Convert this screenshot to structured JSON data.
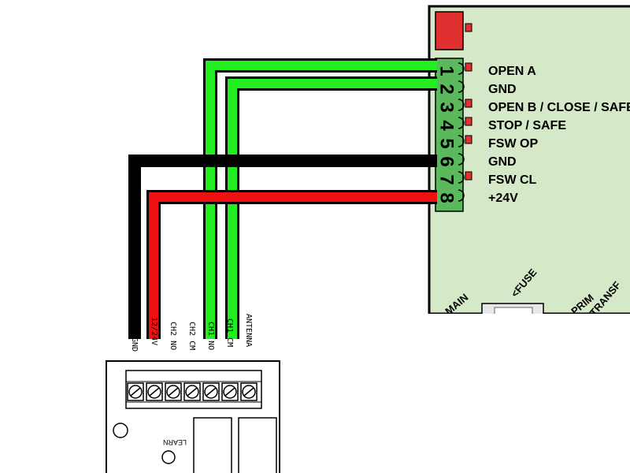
{
  "controller": {
    "terminals": [
      {
        "pin": "1",
        "label": "OPEN A"
      },
      {
        "pin": "2",
        "label": "GND"
      },
      {
        "pin": "3",
        "label": "OPEN B / CLOSE / SAFE"
      },
      {
        "pin": "4",
        "label": "STOP / SAFE"
      },
      {
        "pin": "5",
        "label": "FSW OP"
      },
      {
        "pin": "6",
        "label": "GND"
      },
      {
        "pin": "7",
        "label": "FSW CL"
      },
      {
        "pin": "8",
        "label": "+24V"
      }
    ],
    "board_tags": {
      "main": "MAIN",
      "fuse": "<FUSE",
      "prim": "PRIM",
      "transf": "TRANSF"
    }
  },
  "receiver": {
    "terminals": [
      "GND",
      "12/24V",
      "CH2 NO",
      "CH2 CM",
      "CH1 NO",
      "CH1 CM",
      "ANTENNA"
    ],
    "learn_label": "LEARN"
  },
  "wires": [
    {
      "from": "CH1 NO",
      "to": "1",
      "color": "#22ee22"
    },
    {
      "from": "CH1 CM",
      "to": "2",
      "color": "#22ee22"
    },
    {
      "from": "GND",
      "to": "6",
      "color": "#000000"
    },
    {
      "from": "12/24V",
      "to": "8",
      "color": "#ee1111"
    }
  ],
  "colors": {
    "board": "#d5e8c8",
    "connector": "#5cb85c",
    "red_connector": "#e03030",
    "wire_green": "#22ee22",
    "wire_black": "#000000",
    "wire_red": "#ee1111"
  }
}
